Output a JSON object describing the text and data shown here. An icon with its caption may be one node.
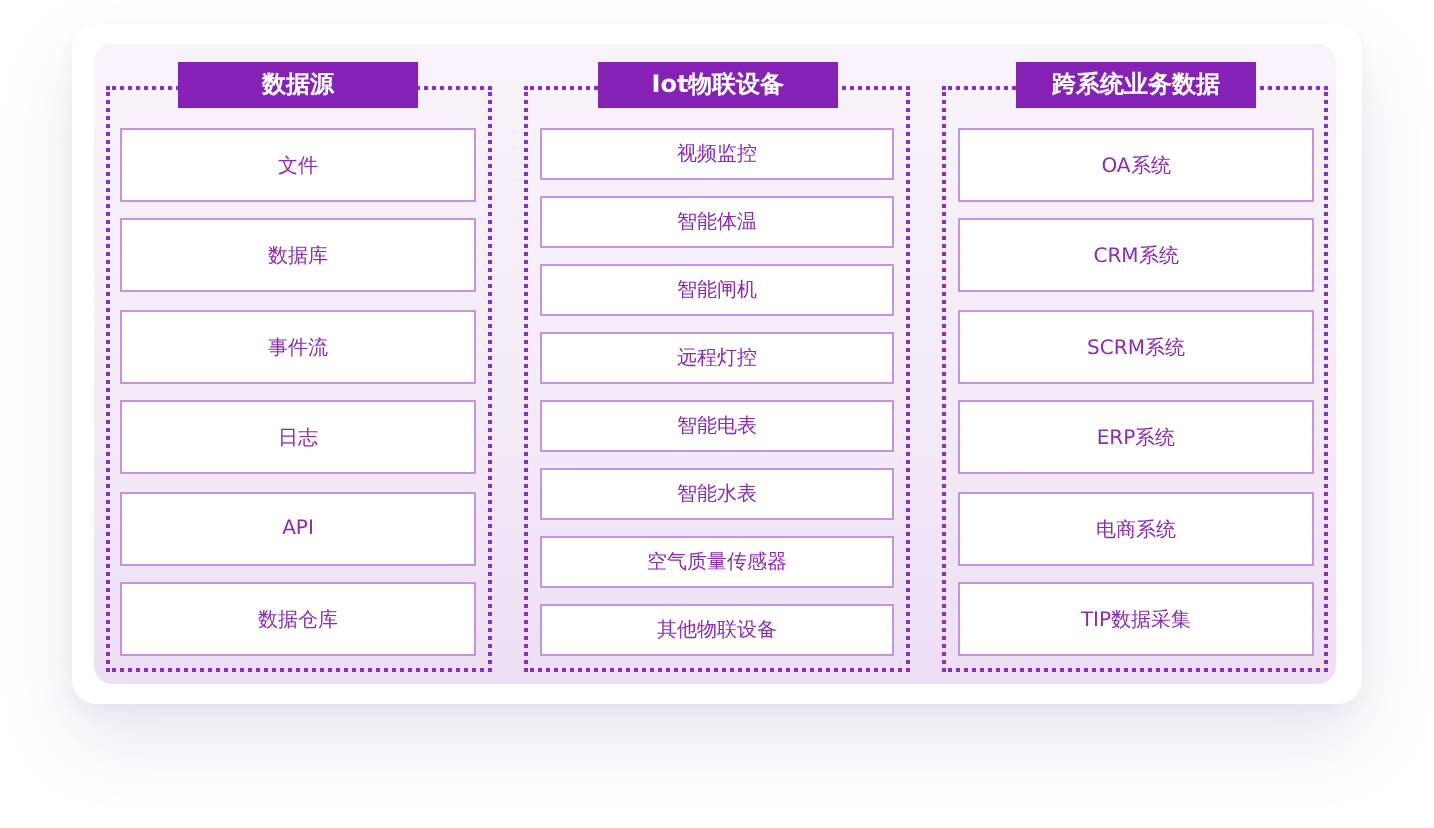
{
  "diagram": {
    "nodes": [
      {
        "text": [
          "数据源"
        ]
      },
      {
        "text": [
          "文件"
        ],
        "in": 0
      },
      {
        "text": [
          "数据库"
        ],
        "in": 0
      },
      {
        "text": [
          "事件流"
        ],
        "in": 0
      },
      {
        "text": [
          "日志"
        ],
        "in": 0
      },
      {
        "text": [
          "API"
        ],
        "in": 0
      },
      {
        "text": [
          "数据仓库"
        ],
        "in": 0
      },
      {
        "text": [
          "Iot物联设备"
        ]
      },
      {
        "text": [
          "视频监控"
        ],
        "in": 7
      },
      {
        "text": [
          "智能体温"
        ],
        "in": 7
      },
      {
        "text": [
          "智能闸机"
        ],
        "in": 7
      },
      {
        "text": [
          "远程灯控"
        ],
        "in": 7
      },
      {
        "text": [
          "智能电表"
        ],
        "in": 7
      },
      {
        "text": [
          "智能水表"
        ],
        "in": 7
      },
      {
        "text": [
          "空气质量传感器"
        ],
        "in": 7
      },
      {
        "text": [
          "其他物联设备"
        ],
        "in": 7
      },
      {
        "text": [
          "跨系统业务数据"
        ]
      },
      {
        "text": [
          "OA系统"
        ],
        "in": 16
      },
      {
        "text": [
          "CRM系统"
        ],
        "in": 16
      },
      {
        "text": [
          "SCRM系统"
        ],
        "in": 16
      },
      {
        "text": [
          "ERP系统"
        ],
        "in": 16
      },
      {
        "text": [
          "电商系统"
        ],
        "in": 16
      },
      {
        "text": [
          "TIP数据采集"
        ],
        "in": 16
      }
    ]
  }
}
